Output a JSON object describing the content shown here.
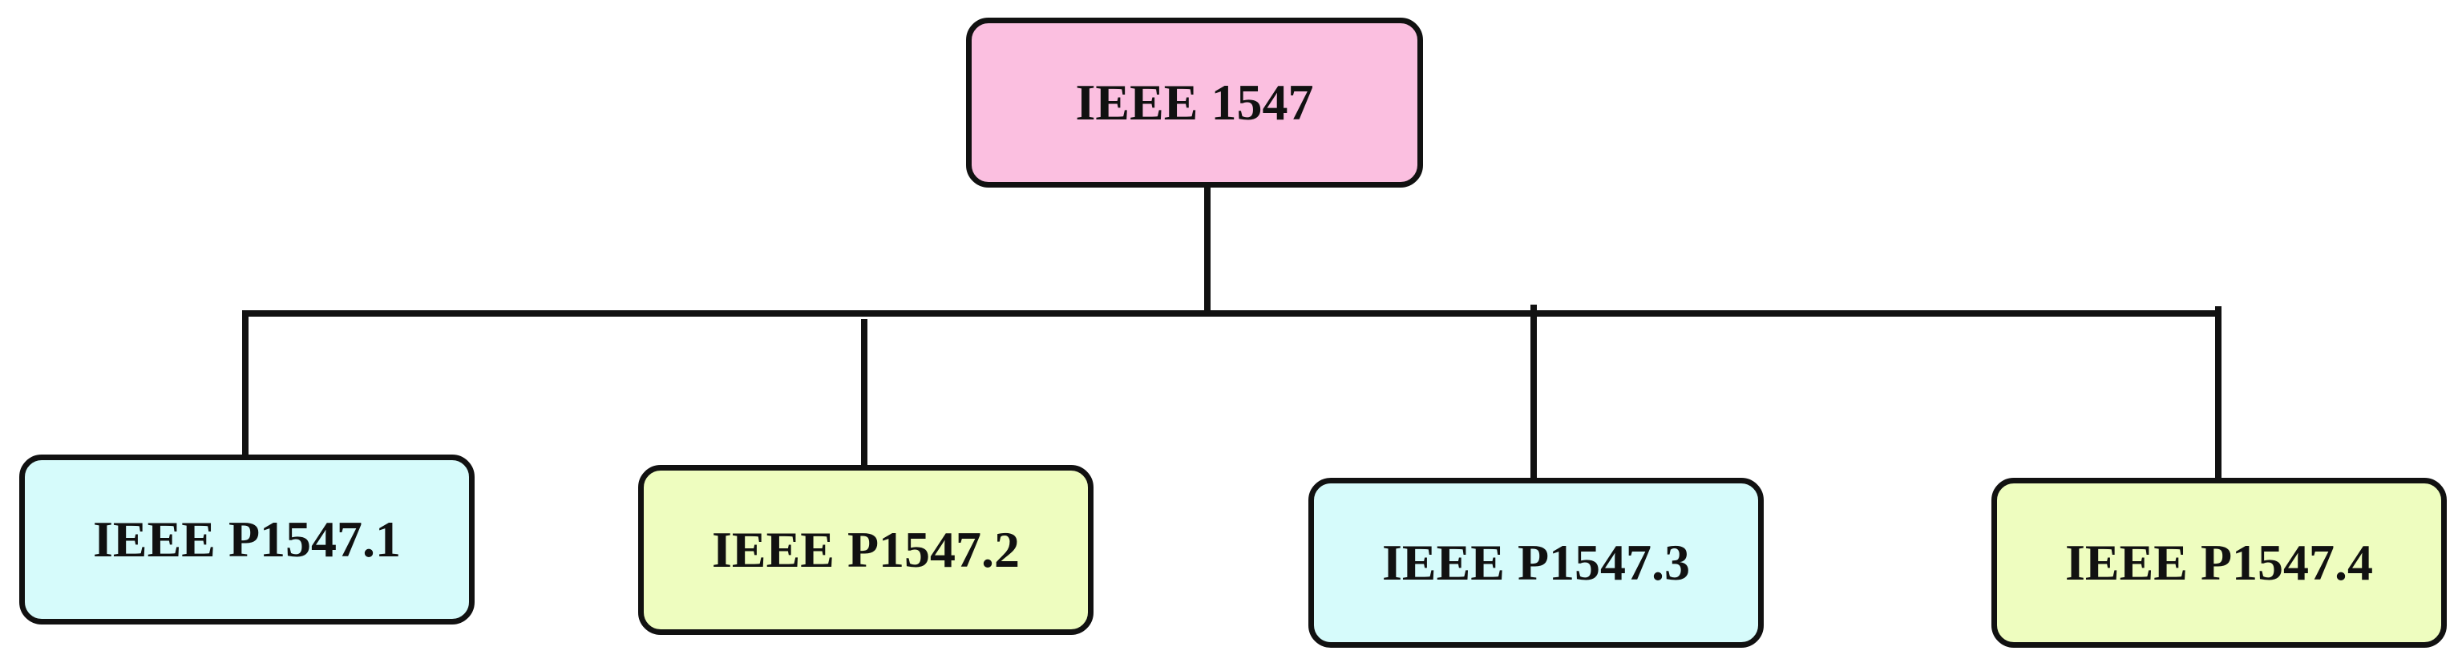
{
  "diagram": {
    "root": {
      "label": "IEEE 1547",
      "color": "#fbbfe0"
    },
    "children": [
      {
        "label": "IEEE P1547.1",
        "color": "#d6fbfb"
      },
      {
        "label": "IEEE P1547.2",
        "color": "#eefdbf"
      },
      {
        "label": "IEEE P1547.3",
        "color": "#d6fbfb"
      },
      {
        "label": "IEEE P1547.4",
        "color": "#eefdbf"
      }
    ],
    "line_color": "#111111"
  }
}
